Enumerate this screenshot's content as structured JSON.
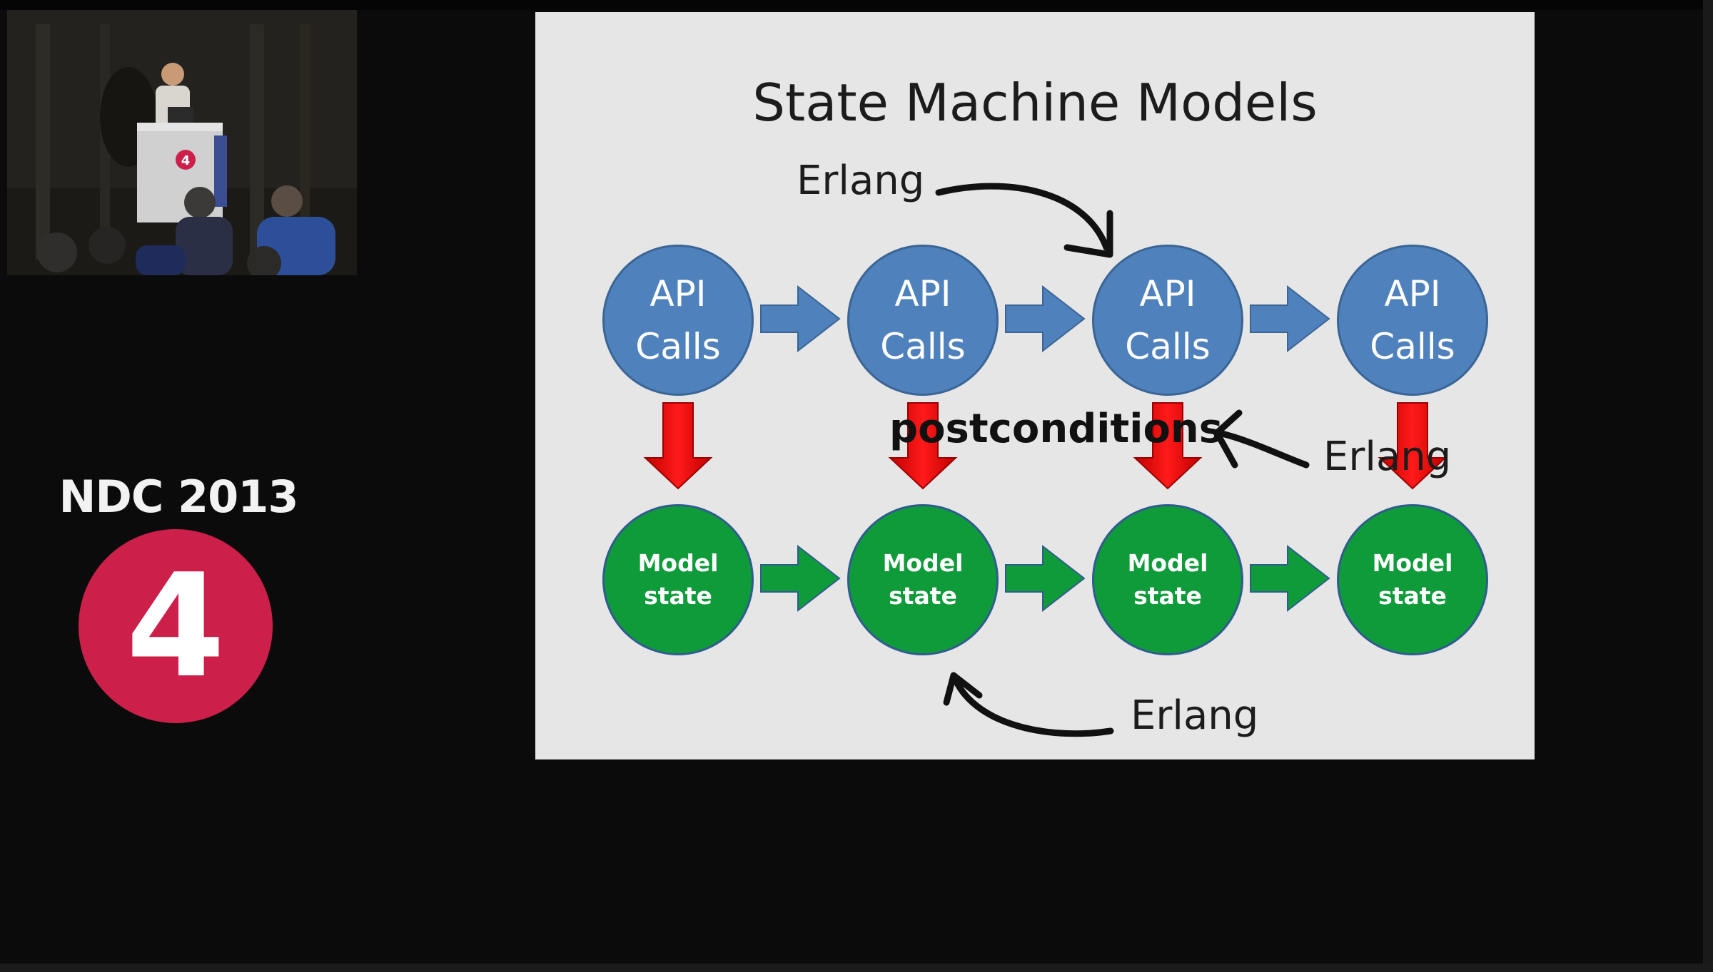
{
  "video": {
    "camera_label": "speaker camera",
    "badge_number": "4"
  },
  "logo": {
    "title": "NDC 2013",
    "number": "4"
  },
  "slide": {
    "title": "State Machine Models",
    "api_nodes": [
      "API\nCalls",
      "API\nCalls",
      "API\nCalls",
      "API\nCalls"
    ],
    "model_nodes": [
      "Model\nstate",
      "Model\nstate",
      "Model\nstate",
      "Model\nstate"
    ],
    "annotations": {
      "erlang_top": "Erlang",
      "erlang_right": "Erlang",
      "erlang_bottom": "Erlang",
      "postconditions": "postconditions"
    },
    "colors": {
      "api_fill": "#4f81bd",
      "model_fill": "#0f9b3a",
      "down_arrow": "#e01010",
      "slide_bg": "#e6e6e6"
    }
  }
}
